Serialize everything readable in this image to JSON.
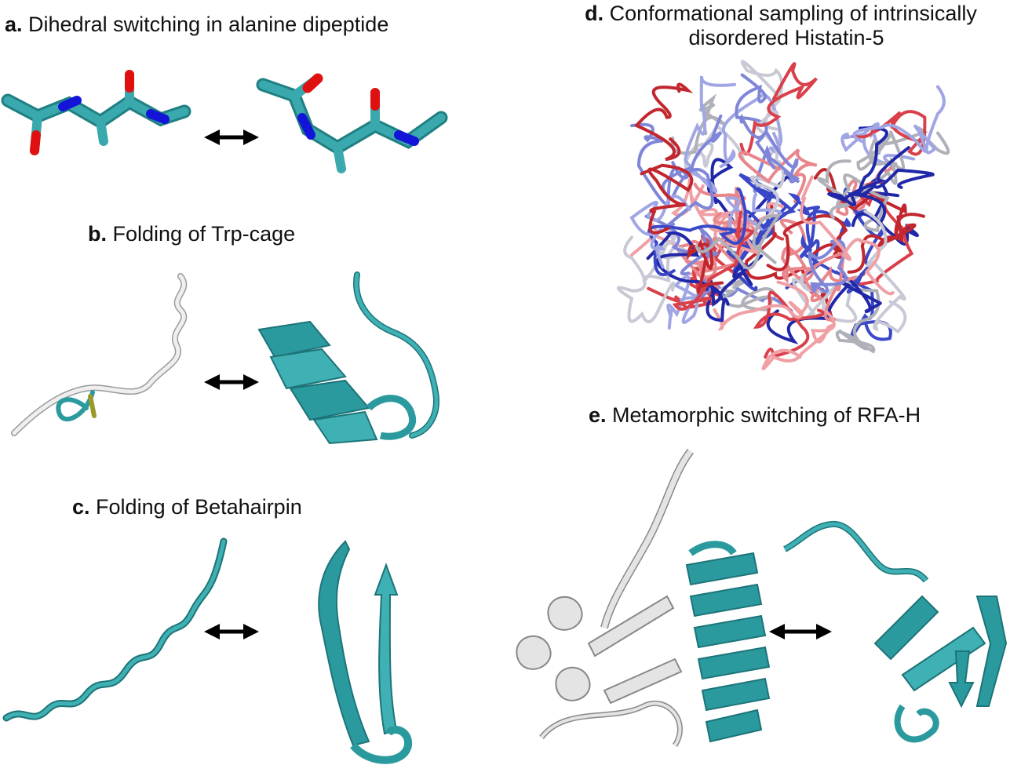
{
  "panels": [
    {
      "letter": "a.",
      "title": "Dihedral switching in alanine dipeptide"
    },
    {
      "letter": "b.",
      "title": "Folding of Trp-cage"
    },
    {
      "letter": "c.",
      "title": "Folding of Betahairpin"
    },
    {
      "letter": "d.",
      "title_line1": "Conformational sampling of intrinsically",
      "title_line2": "disordered Histatin-5"
    },
    {
      "letter": "e.",
      "title": "Metamorphic switching of RFA-H"
    }
  ],
  "colors": {
    "teal": "#2a9a9e",
    "teal_dark": "#1d7478",
    "teal_light": "#4fc1c4",
    "oxygen": "#e01010",
    "nitrogen": "#1414d8",
    "white_ribbon": "#e4e4e4",
    "white_edge": "#8a8a8a",
    "yellow": "#9a9a2a",
    "arrow": "#000000",
    "red_chain": "#d9404a",
    "blue_chain": "#3a48c8"
  },
  "icons": {
    "arrow_a": "double-headed-arrow",
    "arrow_b": "double-headed-arrow",
    "arrow_c": "double-headed-arrow",
    "arrow_e": "double-headed-arrow"
  }
}
